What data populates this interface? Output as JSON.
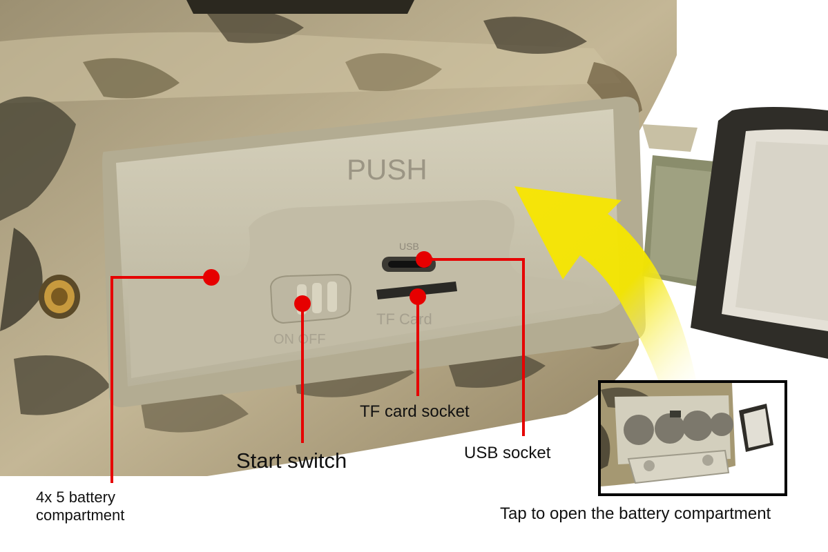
{
  "image": {
    "subject": "trail-camera-with-open-side-panel",
    "panel": {
      "push_text": "PUSH",
      "usb_marking": "USB",
      "switch_marking": "ON OFF",
      "tf_marking": "TF Card"
    },
    "colors": {
      "callout_line": "#e60000",
      "callout_dot": "#e60000",
      "arrow": "#f6e600",
      "panel": "#c9c3ad",
      "camo_base": "#b8ad8e",
      "inset_border": "#000000"
    }
  },
  "callouts": {
    "battery": "4x 5 battery\ncompartment",
    "start_switch": "Start switch",
    "tf_card": "TF card socket",
    "usb": "USB socket",
    "tap_open": "Tap to open the battery compartment"
  }
}
